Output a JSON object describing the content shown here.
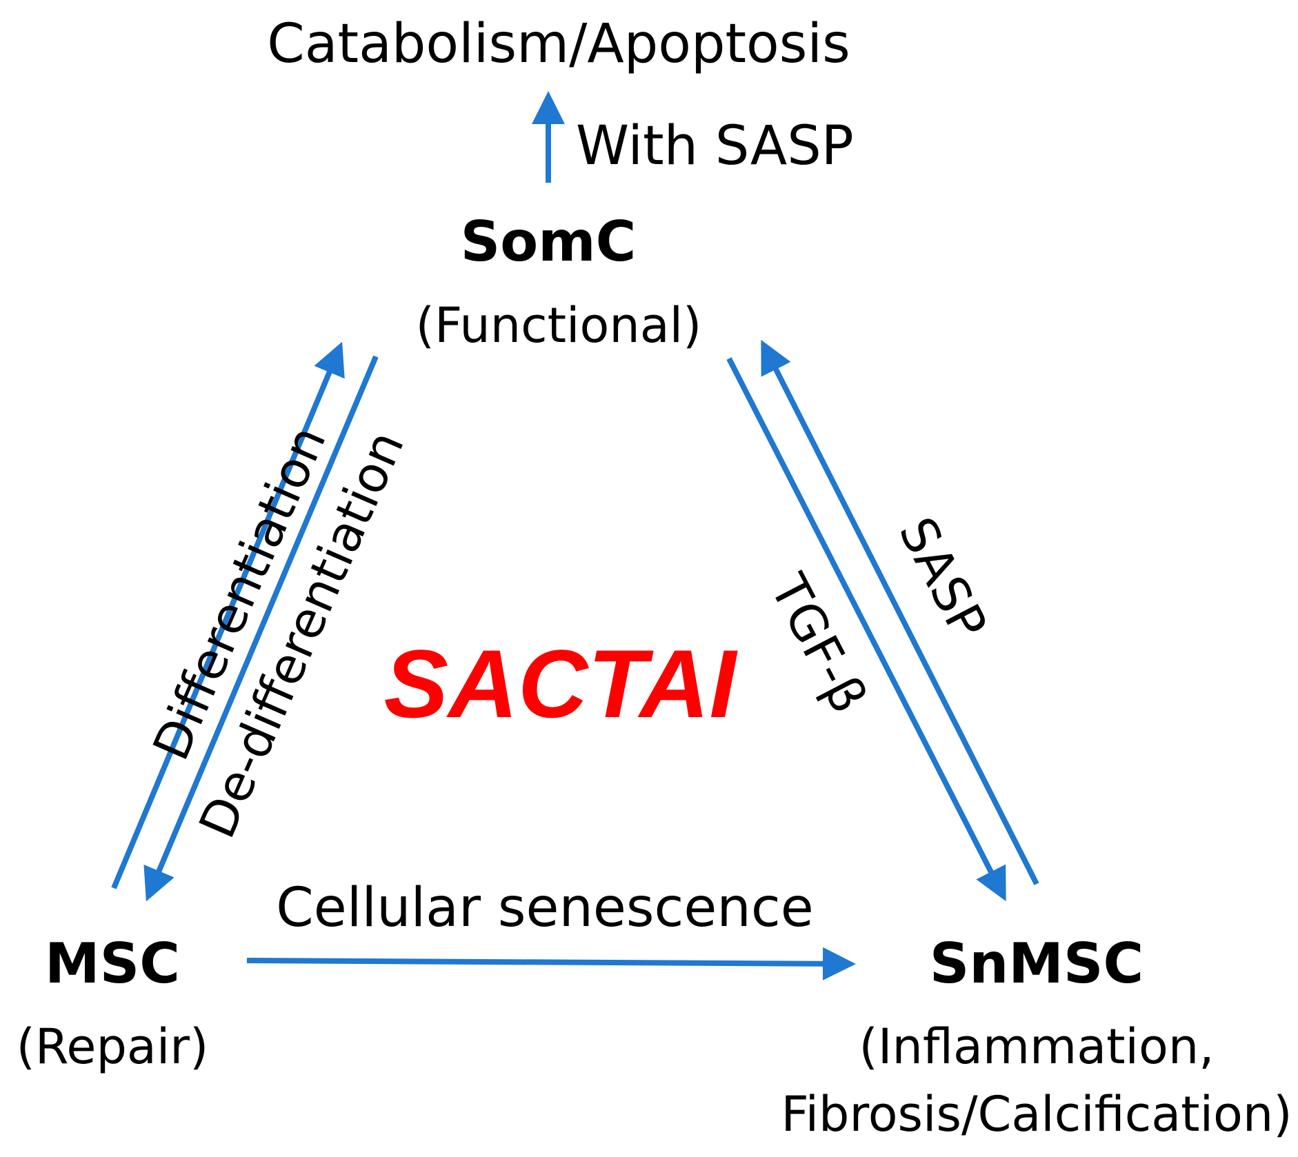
{
  "colors": {
    "arrow": "#1F78D1",
    "center_title": "#FF0000",
    "text": "#000000"
  },
  "top": {
    "outcome": "Catabolism/Apoptosis",
    "arrow_label": "With SASP"
  },
  "nodes": {
    "somc": {
      "name": "SomC",
      "role": "(Functional)"
    },
    "msc": {
      "name": "MSC",
      "role": "(Repair)"
    },
    "snmsc": {
      "name": "SnMSC",
      "role_line1": "(Inflammation,",
      "role_line2": "Fibrosis/Calcification)"
    }
  },
  "center": {
    "title": "SACTAI"
  },
  "edges": {
    "differentiation": "Differentiation",
    "dedifferentiation": "De-differentiation",
    "tgf_beta": "TGF-β",
    "sasp": "SASP",
    "senescence": "Cellular senescence"
  }
}
